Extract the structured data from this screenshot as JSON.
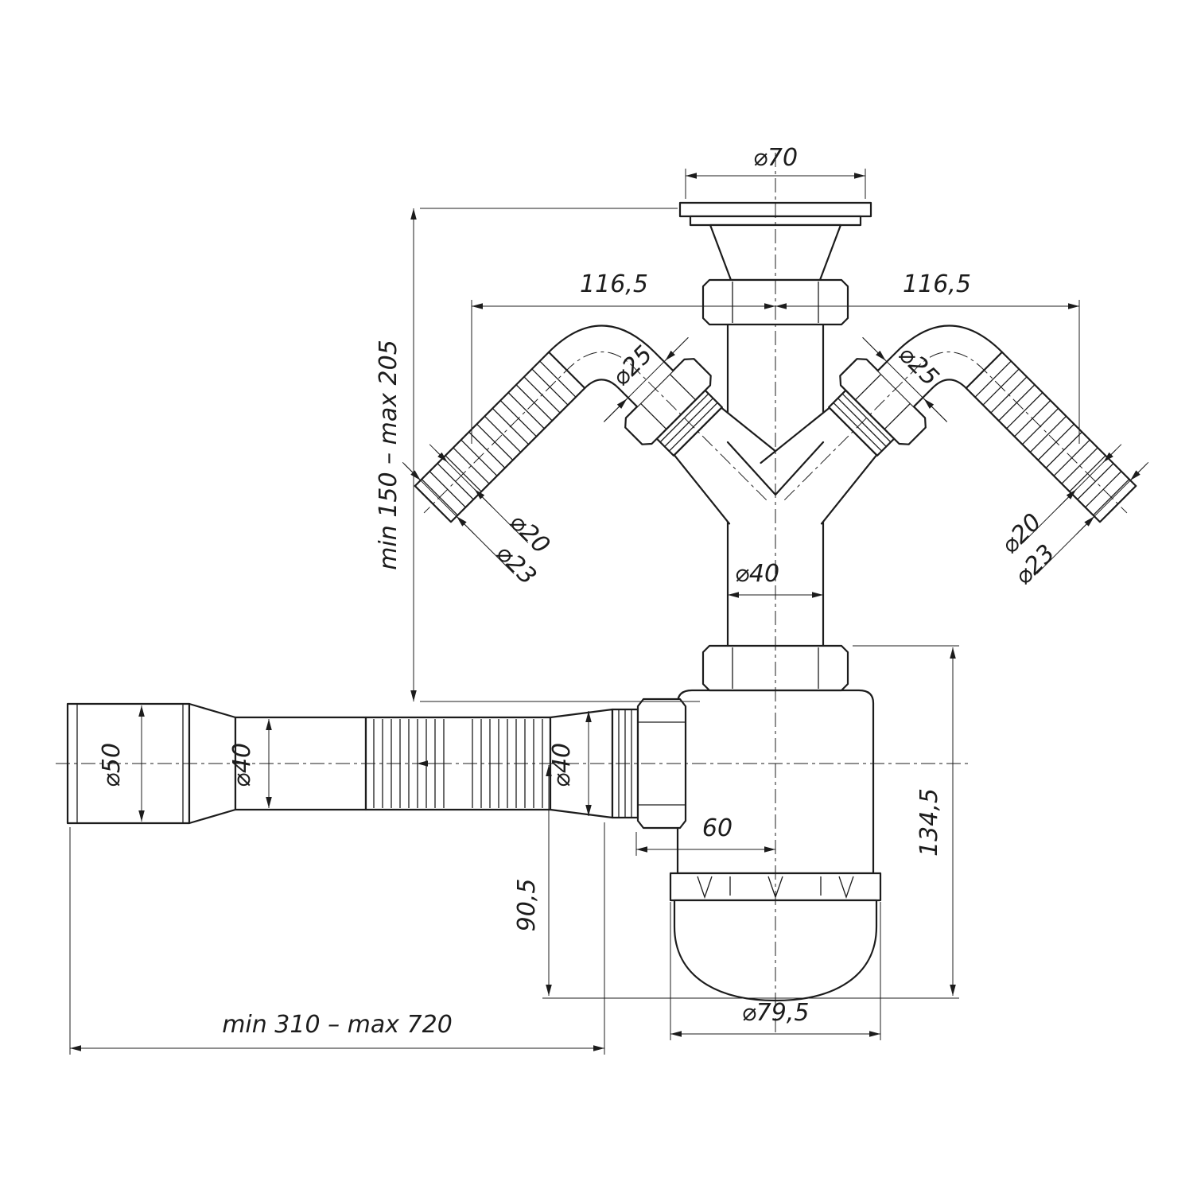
{
  "drawing": {
    "background": "#ffffff",
    "line_color": "#1c1c1c",
    "labels": {
      "top_flange_diameter": "⌀70",
      "branch_offset_left": "116,5",
      "branch_offset_right": "116,5",
      "inlet_height_range": "min 150 – max 205",
      "branch_nut_diameter_left": "⌀25",
      "branch_nut_diameter_right": "⌀25",
      "hose_inner_diameter_left": "⌀20",
      "hose_outer_diameter_left": "⌀23",
      "hose_inner_diameter_right": "⌀20",
      "hose_outer_diameter_right": "⌀23",
      "riser_pipe_diameter": "⌀40",
      "outlet_end_diameter": "⌀50",
      "outlet_tube_diameter": "⌀40",
      "outlet_cone_diameter": "⌀40",
      "trap_axis_offset": "60",
      "outlet_drop_height": "90,5",
      "trap_body_height": "134,5",
      "outlet_length_range": "min 310 – max 720",
      "trap_cup_diameter": "⌀79,5"
    }
  }
}
